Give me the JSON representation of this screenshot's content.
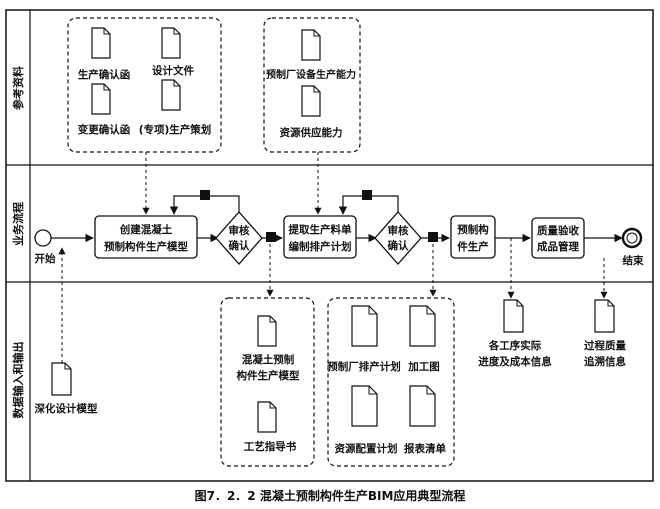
{
  "lanes": [
    {
      "id": "reference",
      "label": "参考资料"
    },
    {
      "id": "business",
      "label": "业务流程"
    },
    {
      "id": "data",
      "label": "数据输入和输出"
    }
  ],
  "reference_group_left": [
    {
      "id": "doc-confirm",
      "label": "生产确认函"
    },
    {
      "id": "doc-design",
      "label": "设计文件"
    },
    {
      "id": "doc-change",
      "label": "变更确认函"
    },
    {
      "id": "doc-plan",
      "label": "(专项)生产策划"
    }
  ],
  "reference_group_right": [
    {
      "id": "doc-capacity",
      "label": "预制厂设备生产能力"
    },
    {
      "id": "doc-supply",
      "label": "资源供应能力"
    }
  ],
  "process": {
    "start": "开始",
    "end": "结束",
    "step1": [
      "创建混凝土",
      "预制构件生产模型"
    ],
    "review1": [
      "审核",
      "确认"
    ],
    "step2": [
      "提取生产料单",
      "编制排产计划"
    ],
    "review2": [
      "审核",
      "确认"
    ],
    "step3": [
      "预制构",
      "件生产"
    ],
    "step4": [
      "质量验收",
      "成品管理"
    ]
  },
  "data_docs": {
    "deepened_model": "深化设计模型",
    "group_a": [
      {
        "id": "out-model",
        "lines": [
          "混凝土预制",
          "构件生产模型"
        ]
      },
      {
        "id": "out-guide",
        "lines": [
          "工艺指导书"
        ]
      }
    ],
    "group_b": [
      {
        "id": "out-schedule",
        "lines": [
          "预制厂排产计划"
        ]
      },
      {
        "id": "out-drawing",
        "lines": [
          "加工图"
        ]
      },
      {
        "id": "out-resource",
        "lines": [
          "资源配置计划"
        ]
      },
      {
        "id": "out-list",
        "lines": [
          "报表清单"
        ]
      }
    ],
    "progress_cost": [
      "各工序实际",
      "进度及成本信息"
    ],
    "quality_trace": [
      "过程质量",
      "追溯信息"
    ]
  },
  "caption": "图7．2．2 混凝土预制构件生产BIM应用典型流程"
}
